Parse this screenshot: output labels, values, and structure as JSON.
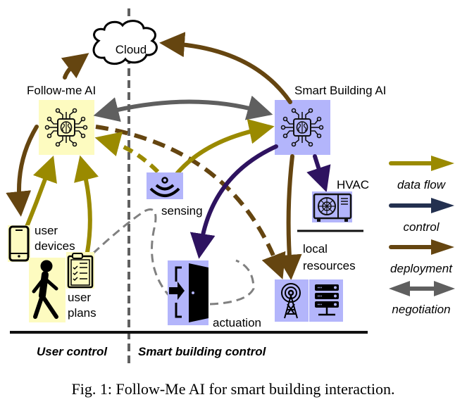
{
  "figure": {
    "caption": "Fig. 1: Follow-Me AI for smart building interaction."
  },
  "nodes": {
    "cloud": "Cloud",
    "follow_me_ai": "Follow-me AI",
    "smart_building_ai": "Smart Building AI",
    "sensing": "sensing",
    "hvac": "HVAC",
    "user_devices_line1": "user",
    "user_devices_line2": "devices",
    "user_plans_line1": "user",
    "user_plans_line2": "plans",
    "local_resources_line1": "local",
    "local_resources_line2": "resources",
    "actuation": "actuation"
  },
  "zones": {
    "left": "User control",
    "right": "Smart building control"
  },
  "legend": [
    {
      "label": "data flow",
      "color": "#9a8a00",
      "kind": "single"
    },
    {
      "label": "control",
      "color": "#23304f",
      "kind": "single"
    },
    {
      "label": "deployment",
      "color": "#654510",
      "kind": "single"
    },
    {
      "label": "negotiation",
      "color": "#5f5f5f",
      "kind": "double"
    }
  ],
  "colors": {
    "data_flow": "#9a8a00",
    "control": "#2e1360",
    "deployment": "#654510",
    "negotiation": "#5f5f5f",
    "user_side_bg": "#fdfbc0",
    "building_side_bg": "#b3b5fb",
    "divider": "#606060"
  }
}
